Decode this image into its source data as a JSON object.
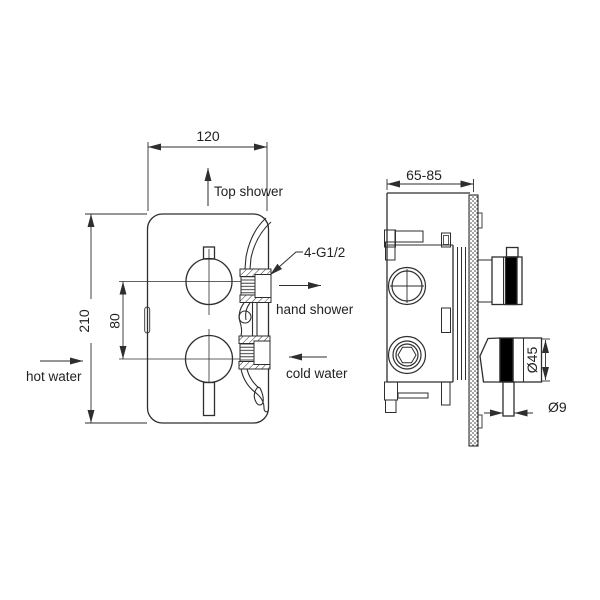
{
  "drawing": {
    "title": "shower-mixer-installation-drawing",
    "line_color": "#2e2e2e",
    "knob_band_color": "#000000",
    "background": "#ffffff",
    "front_view": {
      "dimensions": {
        "width": "120",
        "height": "210",
        "handle_spacing": "80"
      },
      "labels": {
        "top_shower": "Top shower",
        "hand_shower": "hand shower",
        "cold_water": "cold water",
        "hot_water": "hot water",
        "thread_spec": "4-G1/2"
      }
    },
    "side_view": {
      "dimensions": {
        "wall_depth_range": "65-85",
        "knob_diameter": "Ø45",
        "stem_diameter": "Ø9"
      }
    }
  }
}
